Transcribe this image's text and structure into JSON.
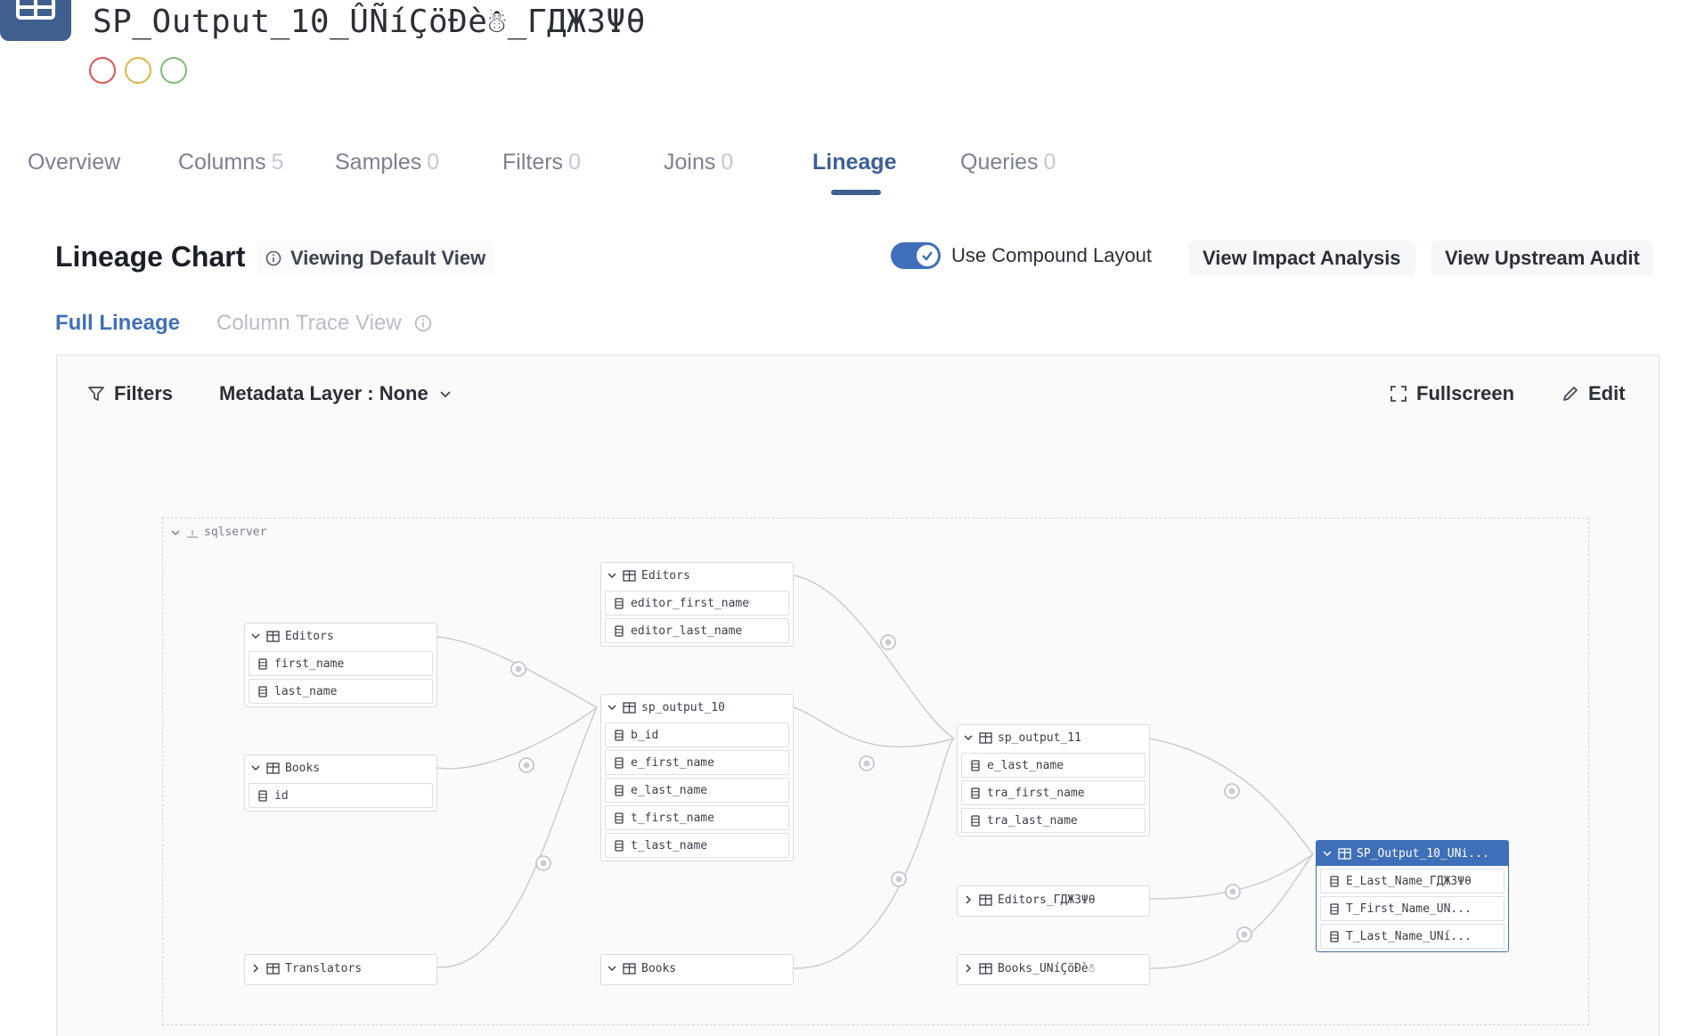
{
  "header": {
    "title": "SP_Output_10_ÛÑíÇöĐè☃_ГДЖ3Ψθ",
    "app_icon": "table-grid-icon",
    "status_dot_colors": [
      "#d9534f",
      "#e0b24a",
      "#7dbb73"
    ]
  },
  "tabs": [
    {
      "label": "Overview",
      "count": ""
    },
    {
      "label": "Columns",
      "count": "5"
    },
    {
      "label": "Samples",
      "count": "0"
    },
    {
      "label": "Filters",
      "count": "0"
    },
    {
      "label": "Joins",
      "count": "0"
    },
    {
      "label": "Lineage",
      "count": "",
      "active": true
    },
    {
      "label": "Queries",
      "count": "0"
    }
  ],
  "lineage": {
    "title": "Lineage Chart",
    "view_label": "Viewing Default View",
    "compound_layout_label": "Use Compound Layout",
    "compound_layout_on": true,
    "impact_button": "View Impact Analysis",
    "upstream_button": "View Upstream Audit",
    "subtabs": {
      "full": "Full Lineage",
      "column_trace": "Column Trace View"
    }
  },
  "toolbar": {
    "filters": "Filters",
    "metadata_layer": "Metadata Layer : None",
    "fullscreen": "Fullscreen",
    "edit": "Edit"
  },
  "graph": {
    "group_label": "sqlserver",
    "nodes": {
      "editors_src": {
        "name": "Editors",
        "columns": [
          "first_name",
          "last_name"
        ]
      },
      "books_src": {
        "name": "Books",
        "columns": [
          "id"
        ]
      },
      "translators": {
        "name": "Translators",
        "columns": []
      },
      "editors_mid": {
        "name": "Editors",
        "columns": [
          "editor_first_name",
          "editor_last_name"
        ]
      },
      "sp_output_10": {
        "name": "sp_output_10",
        "columns": [
          "b_id",
          "e_first_name",
          "e_last_name",
          "t_first_name",
          "t_last_name"
        ]
      },
      "books_mid": {
        "name": "Books",
        "columns": []
      },
      "sp_output_11": {
        "name": "sp_output_11",
        "columns": [
          "e_last_name",
          "tra_first_name",
          "tra_last_name"
        ]
      },
      "editors_u": {
        "name": "Editors_ГДЖ3Ψθ",
        "columns": []
      },
      "books_u": {
        "name": "Books_ÛÑíÇöĐè☃",
        "columns": []
      },
      "sp_output_10_u": {
        "name": "SP_Output_10_ÛÑi...",
        "columns": [
          "E_Last_Name_ГДЖ3Ψθ",
          "T_First_Name_ÛÑ...",
          "T_Last_Name_ÛÑí..."
        ]
      }
    }
  }
}
